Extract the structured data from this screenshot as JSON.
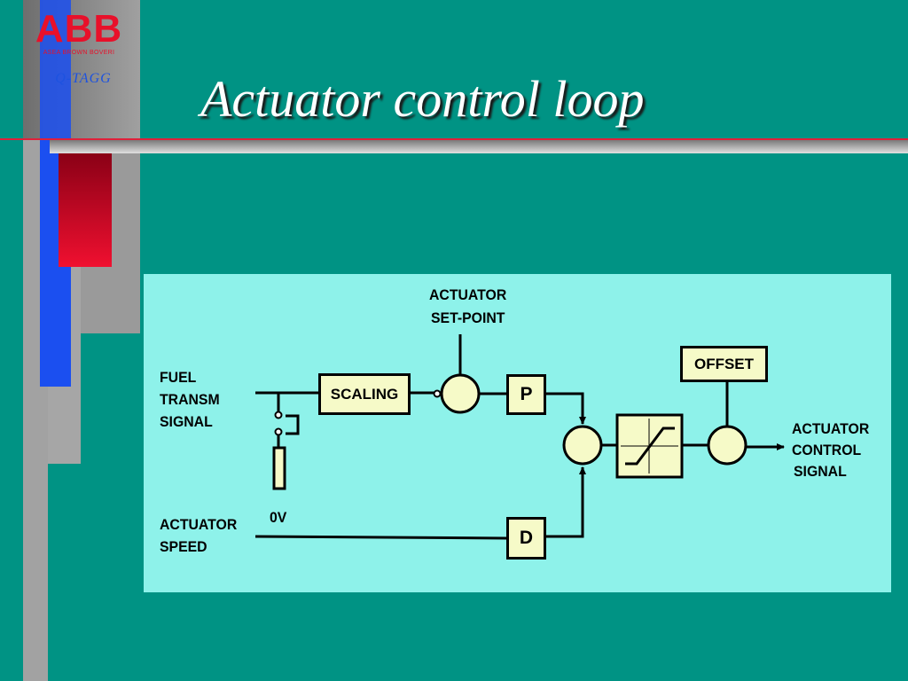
{
  "header": {
    "logo_text": "ABB",
    "logo_subtext": "ASEA BROWN BOVERI",
    "product_name": "Q-TAGG",
    "title": "Actuator control loop"
  },
  "colors": {
    "background": "#009384",
    "panel": "#8ef2ea",
    "block_fill": "#f6fac8",
    "logo_red": "#e8102a",
    "accent_blue": "#1d52e0"
  },
  "diagram": {
    "inputs": {
      "fuel_signal": [
        "FUEL",
        "TRANSM",
        "SIGNAL"
      ],
      "actuator_speed": [
        "ACTUATOR",
        "SPEED"
      ],
      "setpoint": [
        "ACTUATOR",
        "SET-POINT"
      ]
    },
    "zero_volt_label": "0V",
    "blocks": {
      "scaling": "SCALING",
      "proportional": "P",
      "derivative": "D",
      "offset": "OFFSET"
    },
    "output": [
      "ACTUATOR",
      "CONTROL",
      "SIGNAL"
    ]
  }
}
